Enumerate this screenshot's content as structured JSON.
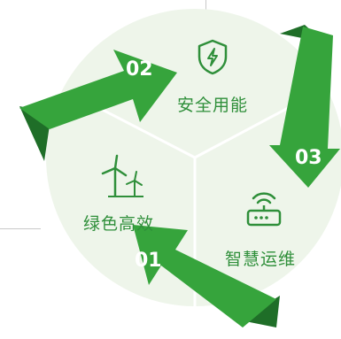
{
  "colors": {
    "circle_fill": "#eef5ea",
    "divider": "#ffffff",
    "arrow_main": "#36a43c",
    "arrow_shade": "#1f6e28",
    "text_green": "#2f8f3a",
    "icon_green": "#2f8f3a"
  },
  "segments": [
    {
      "number": "02",
      "label": "安全用能",
      "icon": "shield-bolt-icon"
    },
    {
      "number": "03",
      "label": "智慧运维",
      "icon": "router-icon"
    },
    {
      "number": "01",
      "label": "绿色高效",
      "icon": "wind-turbine-icon"
    }
  ]
}
